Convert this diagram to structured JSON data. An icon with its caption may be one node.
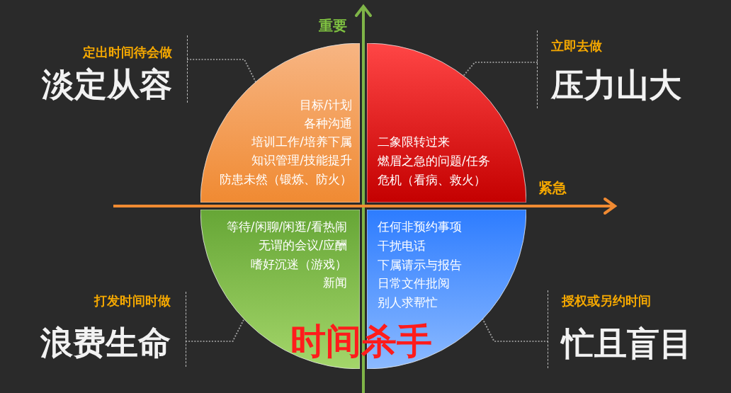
{
  "diagram": {
    "nodes": [
      {
        "text": [
          "目标/计划",
          "各种沟通",
          "培训工作/培养下属",
          "知识管理/技能提升",
          "防患未然（锻炼、防火）"
        ]
      },
      {
        "text": [
          "二象限转过来",
          "燃眉之急的问题/任务",
          "危机（看病、救火）"
        ]
      },
      {
        "text": [
          "等待/闲聊/闲逛/看热闹",
          "无谓的会议/应酬",
          "嗜好沉迷（游戏）",
          "新闻"
        ]
      },
      {
        "text": [
          "任何非预约事项",
          "干扰电话",
          "下属请示与报告",
          "日常文件批阅",
          "别人求帮忙"
        ]
      },
      {
        "text": [
          "定出时间待会做",
          "淡定从容"
        ]
      },
      {
        "text": [
          "立即去做",
          "压力山大"
        ]
      },
      {
        "text": [
          "打发时间时做",
          "浪费生命"
        ]
      },
      {
        "text": [
          "授权或另约时间",
          "忙且盲目"
        ]
      }
    ],
    "edges": [
      {
        "from": 4,
        "to": 0,
        "arrow": "none"
      },
      {
        "from": 5,
        "to": 1,
        "arrow": "none"
      },
      {
        "from": 6,
        "to": 2,
        "arrow": "none"
      },
      {
        "from": 7,
        "to": 3,
        "arrow": "none"
      }
    ],
    "labels": [
      "重要",
      "紧急",
      "时间杀手"
    ]
  }
}
